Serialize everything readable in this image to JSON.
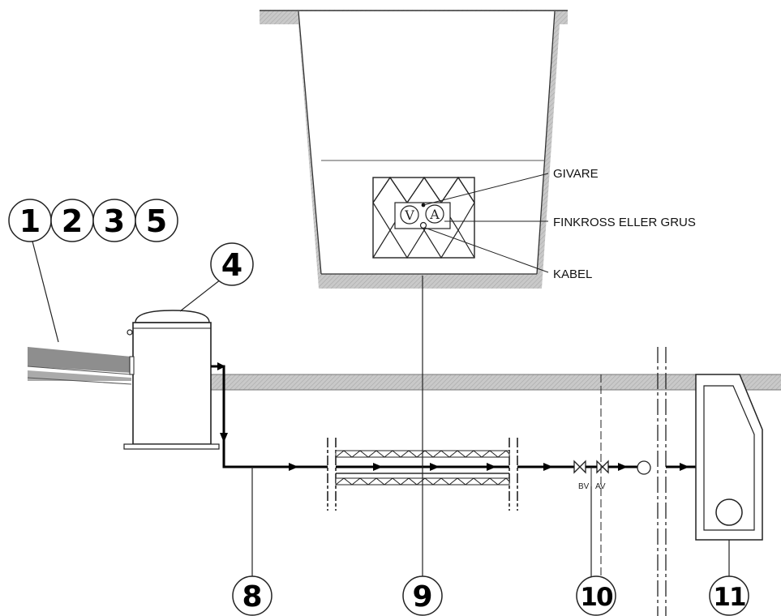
{
  "callouts": {
    "group": [
      "1",
      "2",
      "3",
      "5"
    ],
    "tank": "4",
    "pipe_inlet": "8",
    "insulated_section": "9",
    "valves": "10",
    "cabinet": "11"
  },
  "sensor_labels": {
    "sensor": "GIVARE",
    "fill": "FINKROSS ELLER GRUS",
    "cable": "KABEL"
  },
  "meter_symbols": {
    "voltage": "V",
    "current": "A"
  },
  "valve_labels": {
    "first": "BV",
    "second": "AV"
  },
  "colors": {
    "hatch_gray": "#bdbdbd",
    "line": "#000000",
    "background": "#ffffff"
  }
}
